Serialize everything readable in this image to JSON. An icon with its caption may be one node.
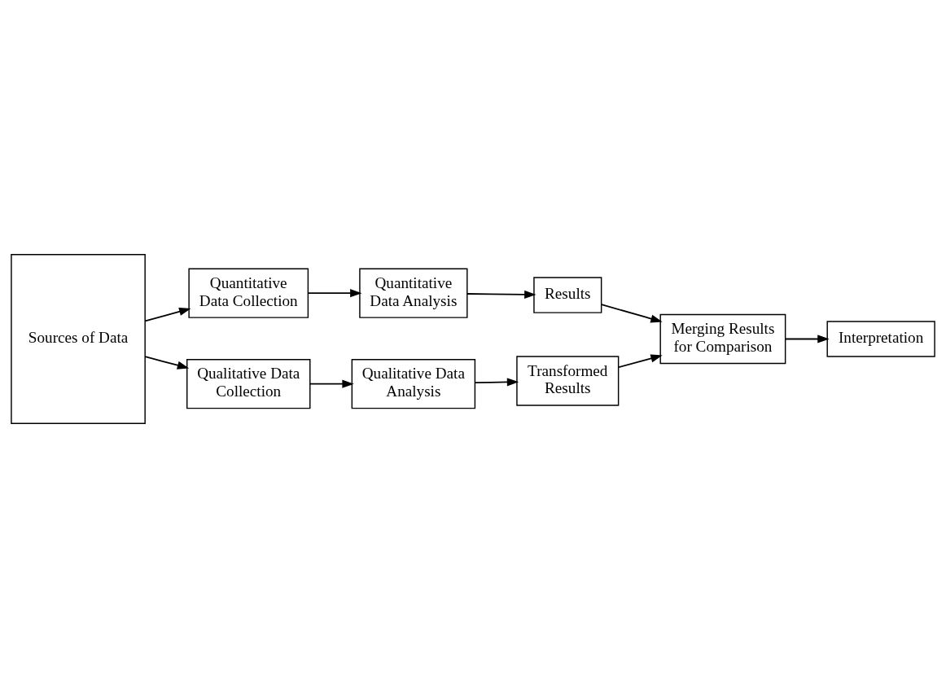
{
  "diagram": {
    "nodes": [
      {
        "text": [
          "Quantitative Data Collection"
        ]
      },
      {
        "text": [
          "Quantitative Data Analysis"
        ]
      },
      {
        "text": [
          "Results"
        ]
      },
      {
        "text": [
          "Sources of Data"
        ]
      },
      {
        "text": [
          "Merging Results for Comparison"
        ]
      },
      {
        "text": [
          "Interpretation"
        ]
      },
      {
        "text": [
          "Qualitative Data Collection"
        ]
      },
      {
        "text": [
          "Qualitative Data Analysis"
        ]
      },
      {
        "text": [
          "Transformed Results"
        ]
      }
    ],
    "edges": [
      {
        "from": 3,
        "to": 0,
        "arrow": "to"
      },
      {
        "from": 0,
        "to": 1,
        "arrow": "to"
      },
      {
        "from": 1,
        "to": 2,
        "arrow": "to"
      },
      {
        "from": 2,
        "to": 4,
        "arrow": "to"
      },
      {
        "from": 4,
        "to": 5,
        "arrow": "to"
      },
      {
        "from": 3,
        "to": 6,
        "arrow": "to"
      },
      {
        "from": 6,
        "to": 7,
        "arrow": "to"
      },
      {
        "from": 7,
        "to": 8,
        "arrow": "to"
      },
      {
        "from": 8,
        "to": 4,
        "arrow": "to"
      }
    ]
  }
}
